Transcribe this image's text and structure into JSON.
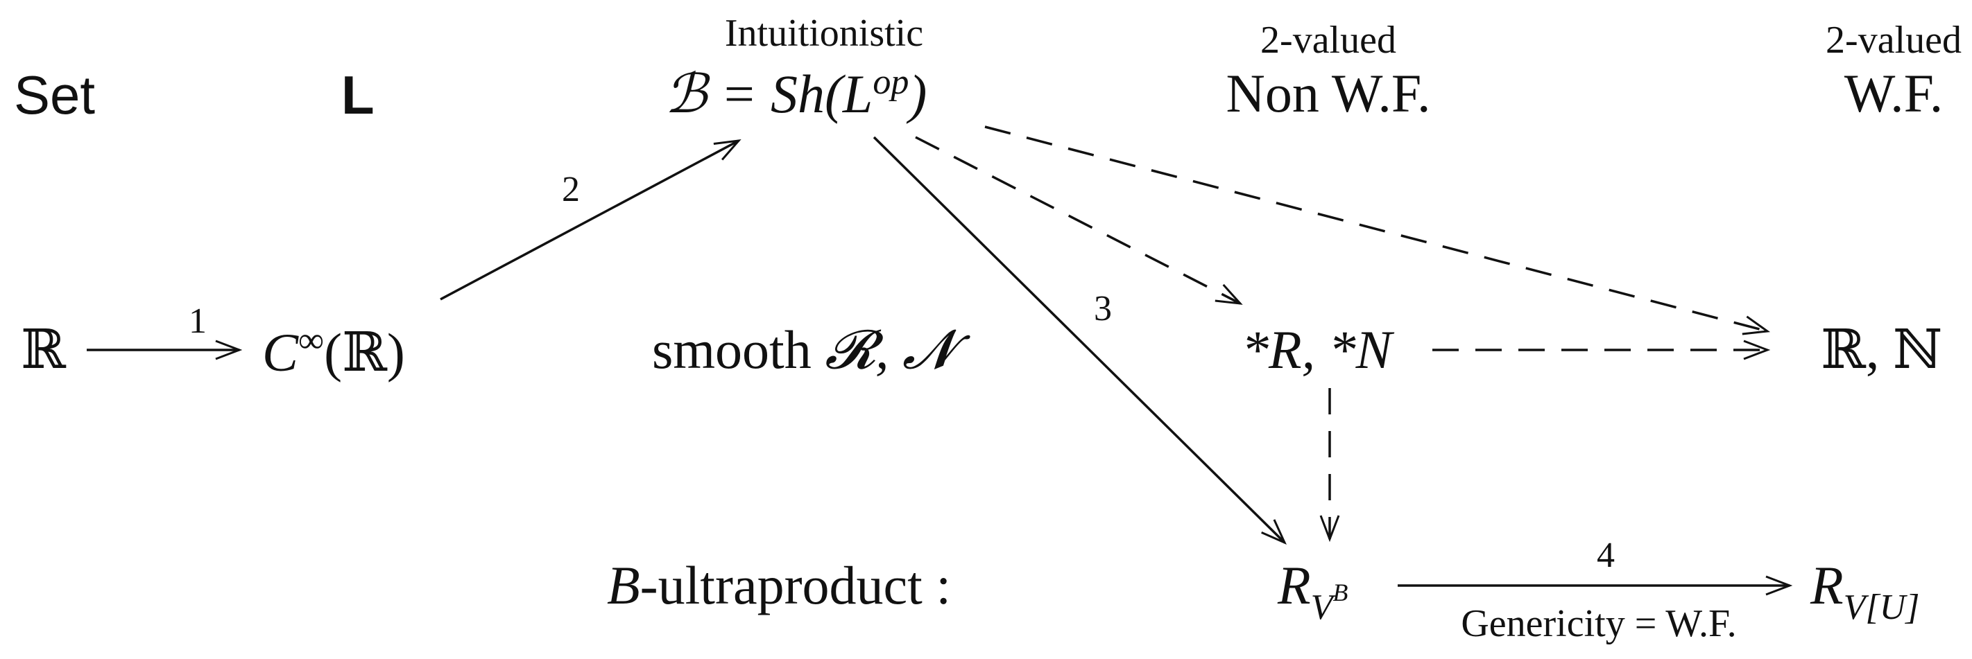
{
  "header": {
    "set": "Set",
    "l": "L",
    "intuitionistic": "Intuitionistic",
    "topos": "ℬ = Sh(L",
    "topos_op": "op",
    "topos_close": ")",
    "two_valued_a": "2-valued",
    "non_wf": "Non W.F.",
    "two_valued_b": "2-valued",
    "wf": "W.F."
  },
  "row2": {
    "reals": "ℝ",
    "cinf": "C",
    "cinf_sup": "∞",
    "cinf_arg": "(ℝ)",
    "smooth": "smooth ",
    "smooth_objs": "𝓡, 𝓝",
    "star_objs": "*R, *N",
    "standard": "ℝ, ℕ"
  },
  "row3": {
    "b_italic": "B",
    "ultraproduct": "-ultraproduct  :",
    "r_vb": "R",
    "r_vb_sub": "V",
    "r_vb_subsup": "B",
    "r_vu": "R",
    "r_vu_sub": "V[U]"
  },
  "edges": {
    "label_1": "1",
    "label_2": "2",
    "label_3": "3",
    "label_4": "4",
    "genericity": "Genericity = W.F."
  }
}
